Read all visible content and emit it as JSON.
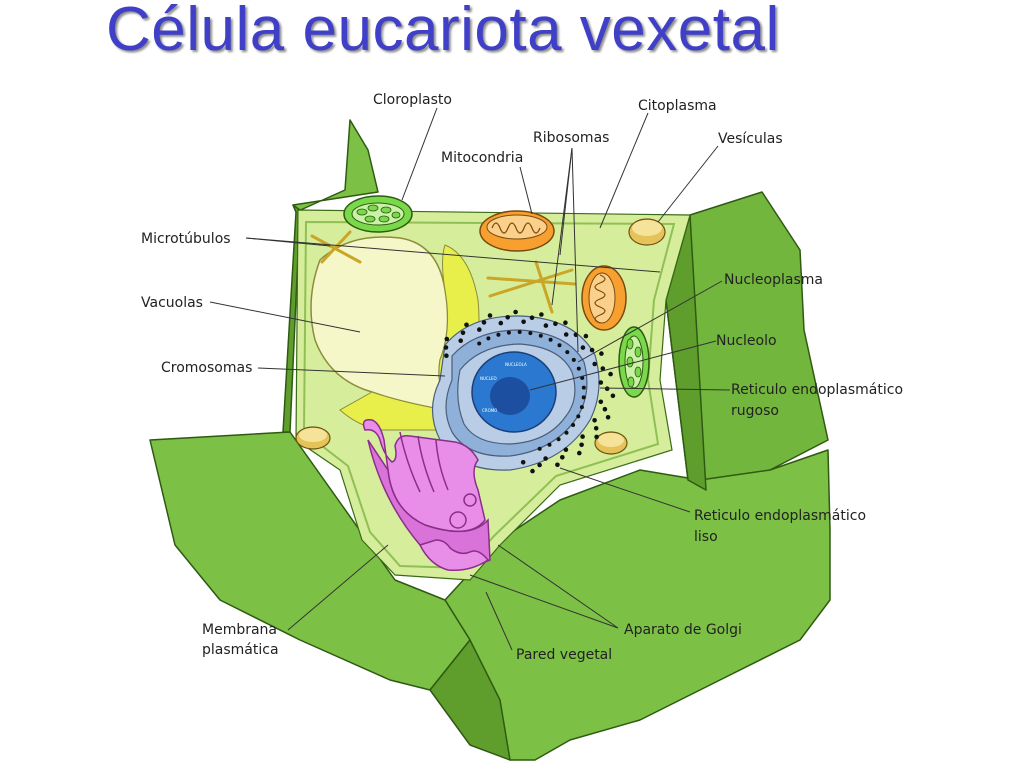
{
  "slide": {
    "title": "Célula eucariota vexetal"
  },
  "diagram": {
    "labels": {
      "cloroplasto": "Cloroplasto",
      "ribosomas": "Ribosomas",
      "citoplasma": "Citoplasma",
      "mitocondria": "Mitocondria",
      "vesiculas": "Vesículas",
      "microtubulos": "Microtúbulos",
      "nucleoplasma": "Nucleoplasma",
      "vacuolas": "Vacuolas",
      "nucleolo": "Nucleolo",
      "cromosomas": "Cromosomas",
      "rer_line1": "Reticulo endoplasmático",
      "rer_line2": "rugoso",
      "ser_line1": "Reticulo endoplasmático",
      "ser_line2": "liso",
      "membrana_line1": "Membrana",
      "membrana_line2": "plasmática",
      "golgi": "Aparato de Golgi",
      "pared": "Pared vegetal"
    },
    "colors": {
      "cell_wall": "#7cc045",
      "cytoplasm": "#d6ee9c",
      "vacuole": "#f6f7c8",
      "nucleus": "#2b78d0",
      "golgi": "#e88ee8",
      "mitochondria": "#f7a030",
      "title": "#3f3fc8"
    }
  }
}
